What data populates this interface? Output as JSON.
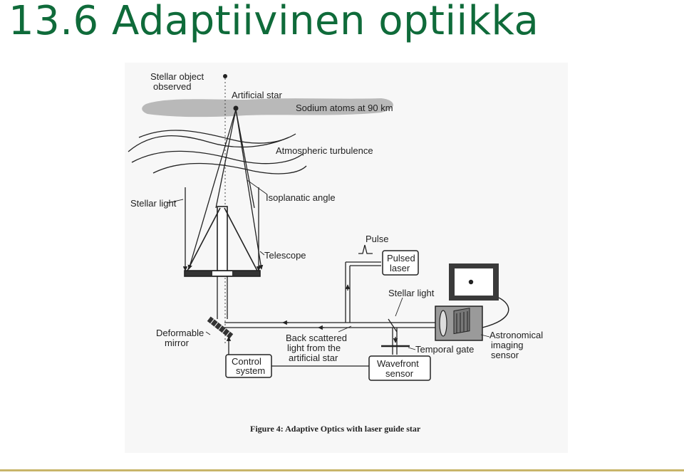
{
  "slide": {
    "title": "13.6 Adaptiivinen optiikka"
  },
  "figure": {
    "labels": {
      "stellar_object": [
        "Stellar object",
        "observed"
      ],
      "artificial_star": "Artificial star",
      "sodium": "Sodium atoms at 90 km",
      "turbulence": "Atmospheric turbulence",
      "stellar_light_left": "Stellar light",
      "isoplanatic": "Isoplanatic angle",
      "telescope": "Telescope",
      "pulse": "Pulse",
      "pulsed_laser": [
        "Pulsed",
        "laser"
      ],
      "stellar_light_right": "Stellar light",
      "deformable_mirror": [
        "Deformable",
        "mirror"
      ],
      "back_scattered": [
        "Back scattered",
        "light from the",
        "artificial star"
      ],
      "temporal_gate": "Temporal gate",
      "astronomical_sensor": [
        "Astronomical",
        "imaging",
        "sensor"
      ],
      "control_system": [
        "Control",
        "system"
      ],
      "wavefront_sensor": [
        "Wavefront",
        "sensor"
      ]
    },
    "caption": "Figure 4: Adaptive Optics with laser guide star"
  },
  "colors": {
    "title": "#0f6b3a",
    "rule": "#c8b56a",
    "ink": "#222222",
    "cloud": "#b9b9b9",
    "screen_frame": "#3a3a3a"
  }
}
